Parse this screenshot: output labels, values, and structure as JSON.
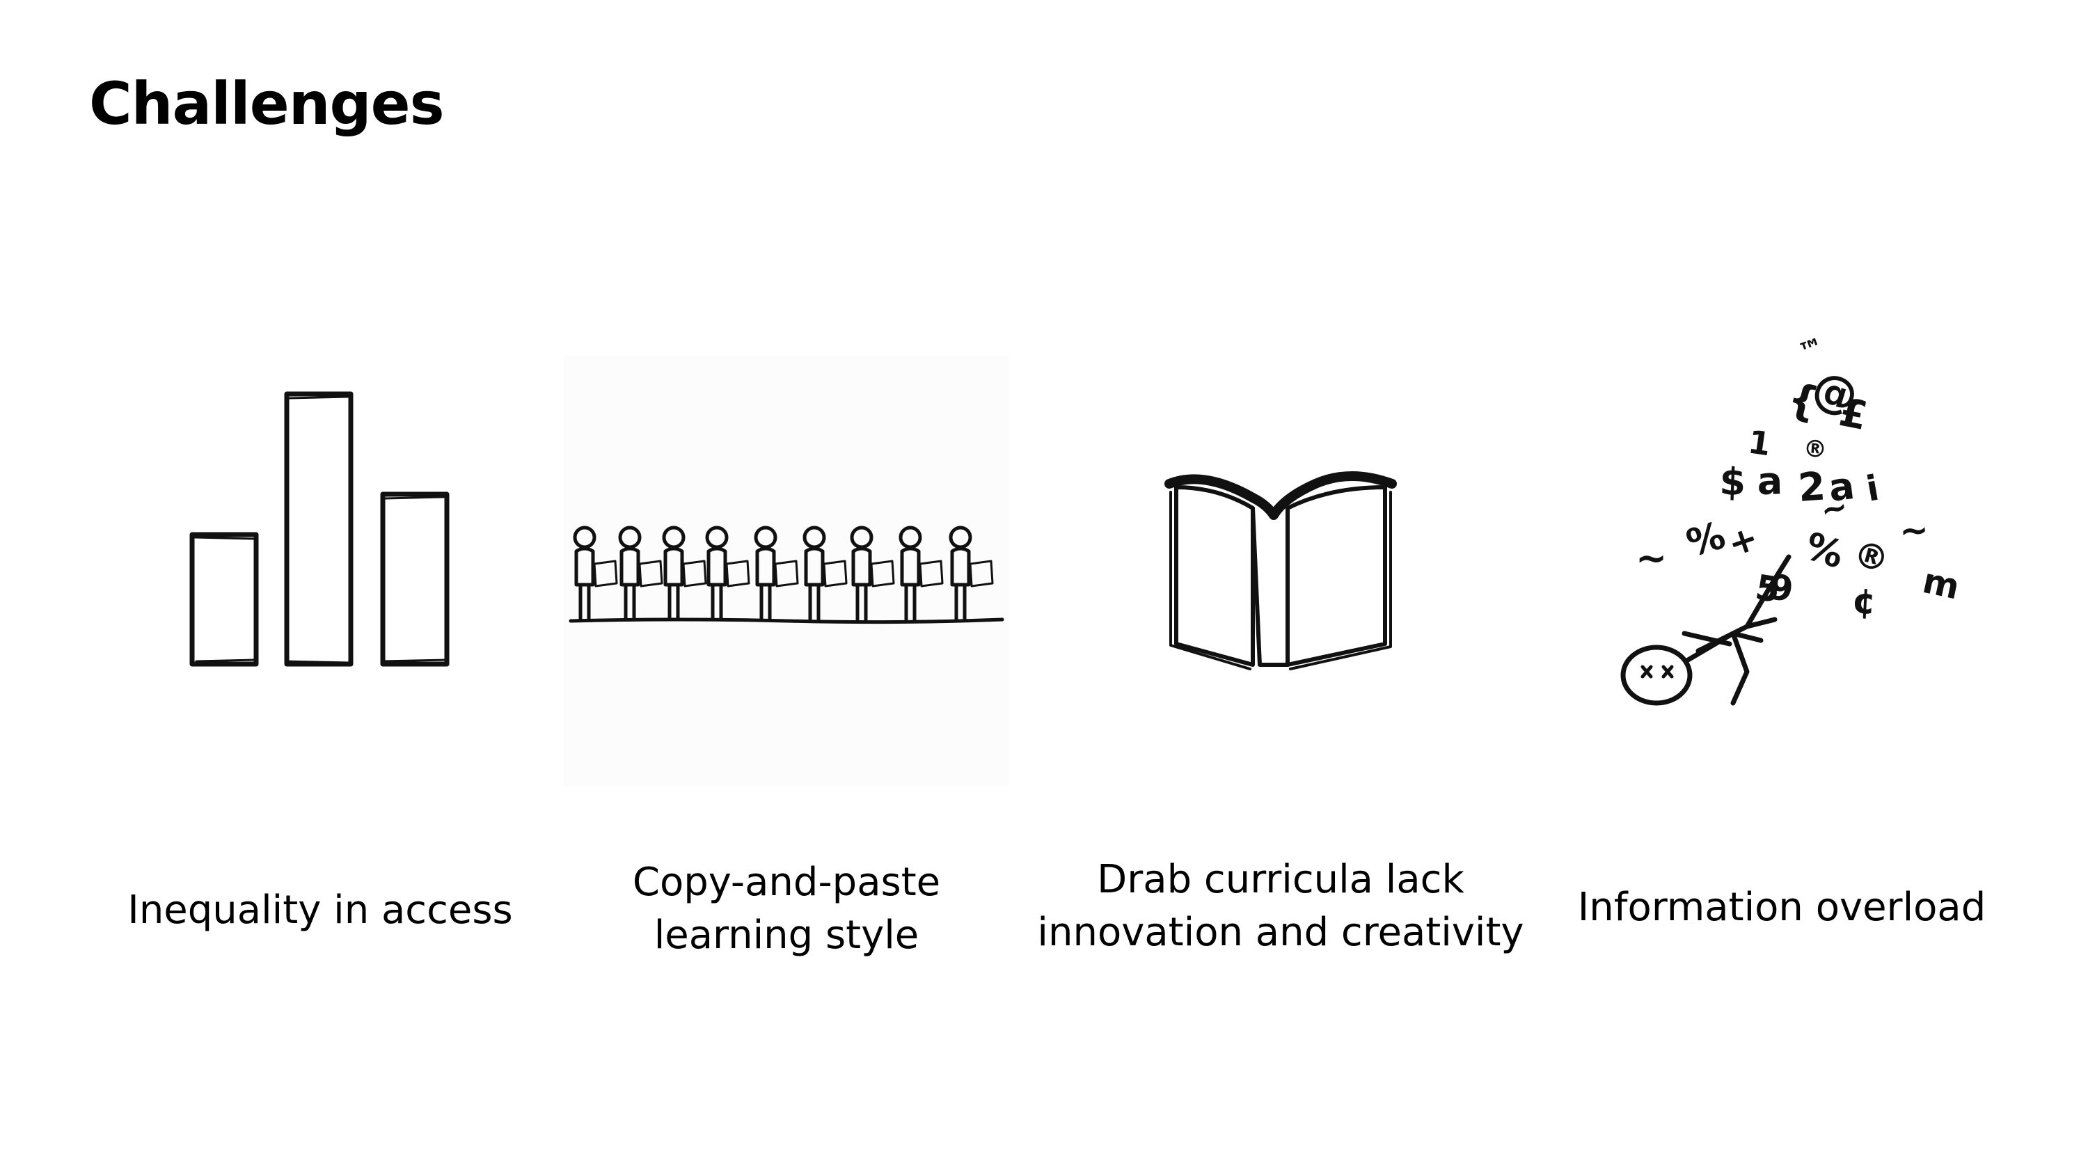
{
  "slide": {
    "title": "Challenges",
    "items": [
      {
        "icon": "bar-chart-icon",
        "caption": "Inequality in access"
      },
      {
        "icon": "students-in-line-icon",
        "caption": "Copy-and-paste\nlearning style"
      },
      {
        "icon": "open-book-icon",
        "caption": "Drab curricula lack\ninnovation and creativity"
      },
      {
        "icon": "overwhelmed-person-icon",
        "caption": "Information overload"
      }
    ]
  },
  "overload_symbols": [
    "™",
    "@",
    "{",
    "£",
    "1",
    "®",
    "$",
    "a",
    "2",
    "a",
    "i",
    "~",
    "%",
    "+",
    "%",
    "®",
    "m",
    "5",
    "9",
    "¢",
    "~",
    "~"
  ]
}
